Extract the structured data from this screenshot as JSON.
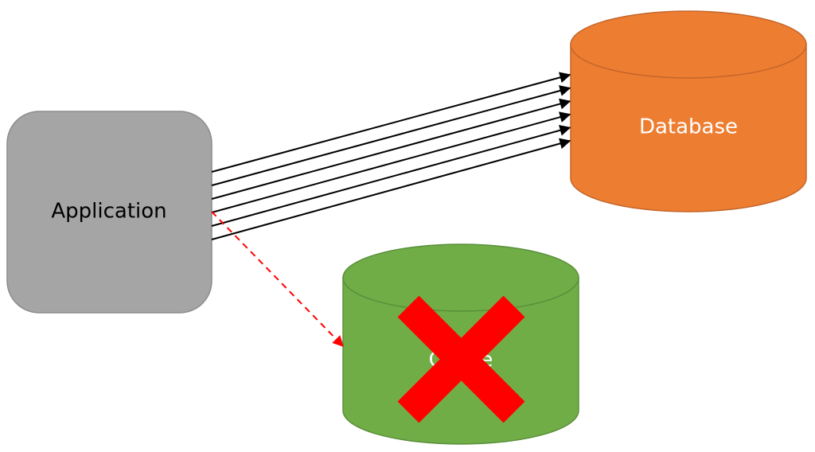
{
  "nodes": {
    "application": {
      "label": "Application",
      "fill": "#a5a5a5",
      "stroke": "#8c8c8c",
      "text_color": "#000000"
    },
    "database": {
      "label": "Database",
      "fill": "#ed7d31",
      "stroke": "#c4662a",
      "text_color": "#ffffff"
    },
    "cache": {
      "label": "Cache",
      "fill": "#70ad47",
      "stroke": "#5a8f3a",
      "text_color": "#ffffff"
    }
  },
  "edges": {
    "to_database_count": 6,
    "to_database_color": "#000000",
    "to_cache_color": "#ff0000",
    "to_cache_style": "dashed"
  },
  "unavailable_mark": {
    "icon": "red-x-icon",
    "color": "#ff0000"
  }
}
